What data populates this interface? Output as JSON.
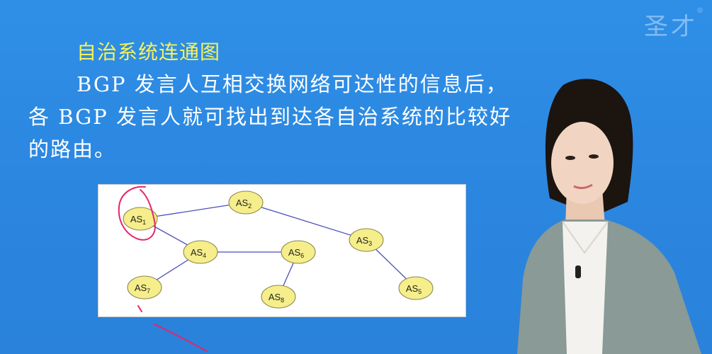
{
  "logo": {
    "text": "圣才",
    "mark": "®"
  },
  "slide": {
    "title": "自治系统连通图",
    "paragraph_lines": [
      "BGP 发言人互相交换网络可达性的信息后，",
      "各 BGP 发言人就可找出到达各自治系统的比较好",
      "的路由。"
    ]
  },
  "diagram": {
    "nodes": [
      {
        "id": "AS1",
        "base": "AS",
        "sub": "1"
      },
      {
        "id": "AS2",
        "base": "AS",
        "sub": "2"
      },
      {
        "id": "AS3",
        "base": "AS",
        "sub": "3"
      },
      {
        "id": "AS4",
        "base": "AS",
        "sub": "4"
      },
      {
        "id": "AS5",
        "base": "AS",
        "sub": "5"
      },
      {
        "id": "AS6",
        "base": "AS",
        "sub": "6"
      },
      {
        "id": "AS7",
        "base": "AS",
        "sub": "7"
      },
      {
        "id": "AS8",
        "base": "AS",
        "sub": "8"
      }
    ],
    "edges": [
      [
        "AS1",
        "AS2"
      ],
      [
        "AS2",
        "AS3"
      ],
      [
        "AS3",
        "AS5"
      ],
      [
        "AS1",
        "AS4"
      ],
      [
        "AS4",
        "AS6"
      ],
      [
        "AS4",
        "AS7"
      ],
      [
        "AS6",
        "AS8"
      ]
    ],
    "colors": {
      "node_fill": "#f5ee8a",
      "node_stroke": "#8a8450",
      "edge": "#4b4fb8",
      "annotation": "#e8236a"
    }
  }
}
